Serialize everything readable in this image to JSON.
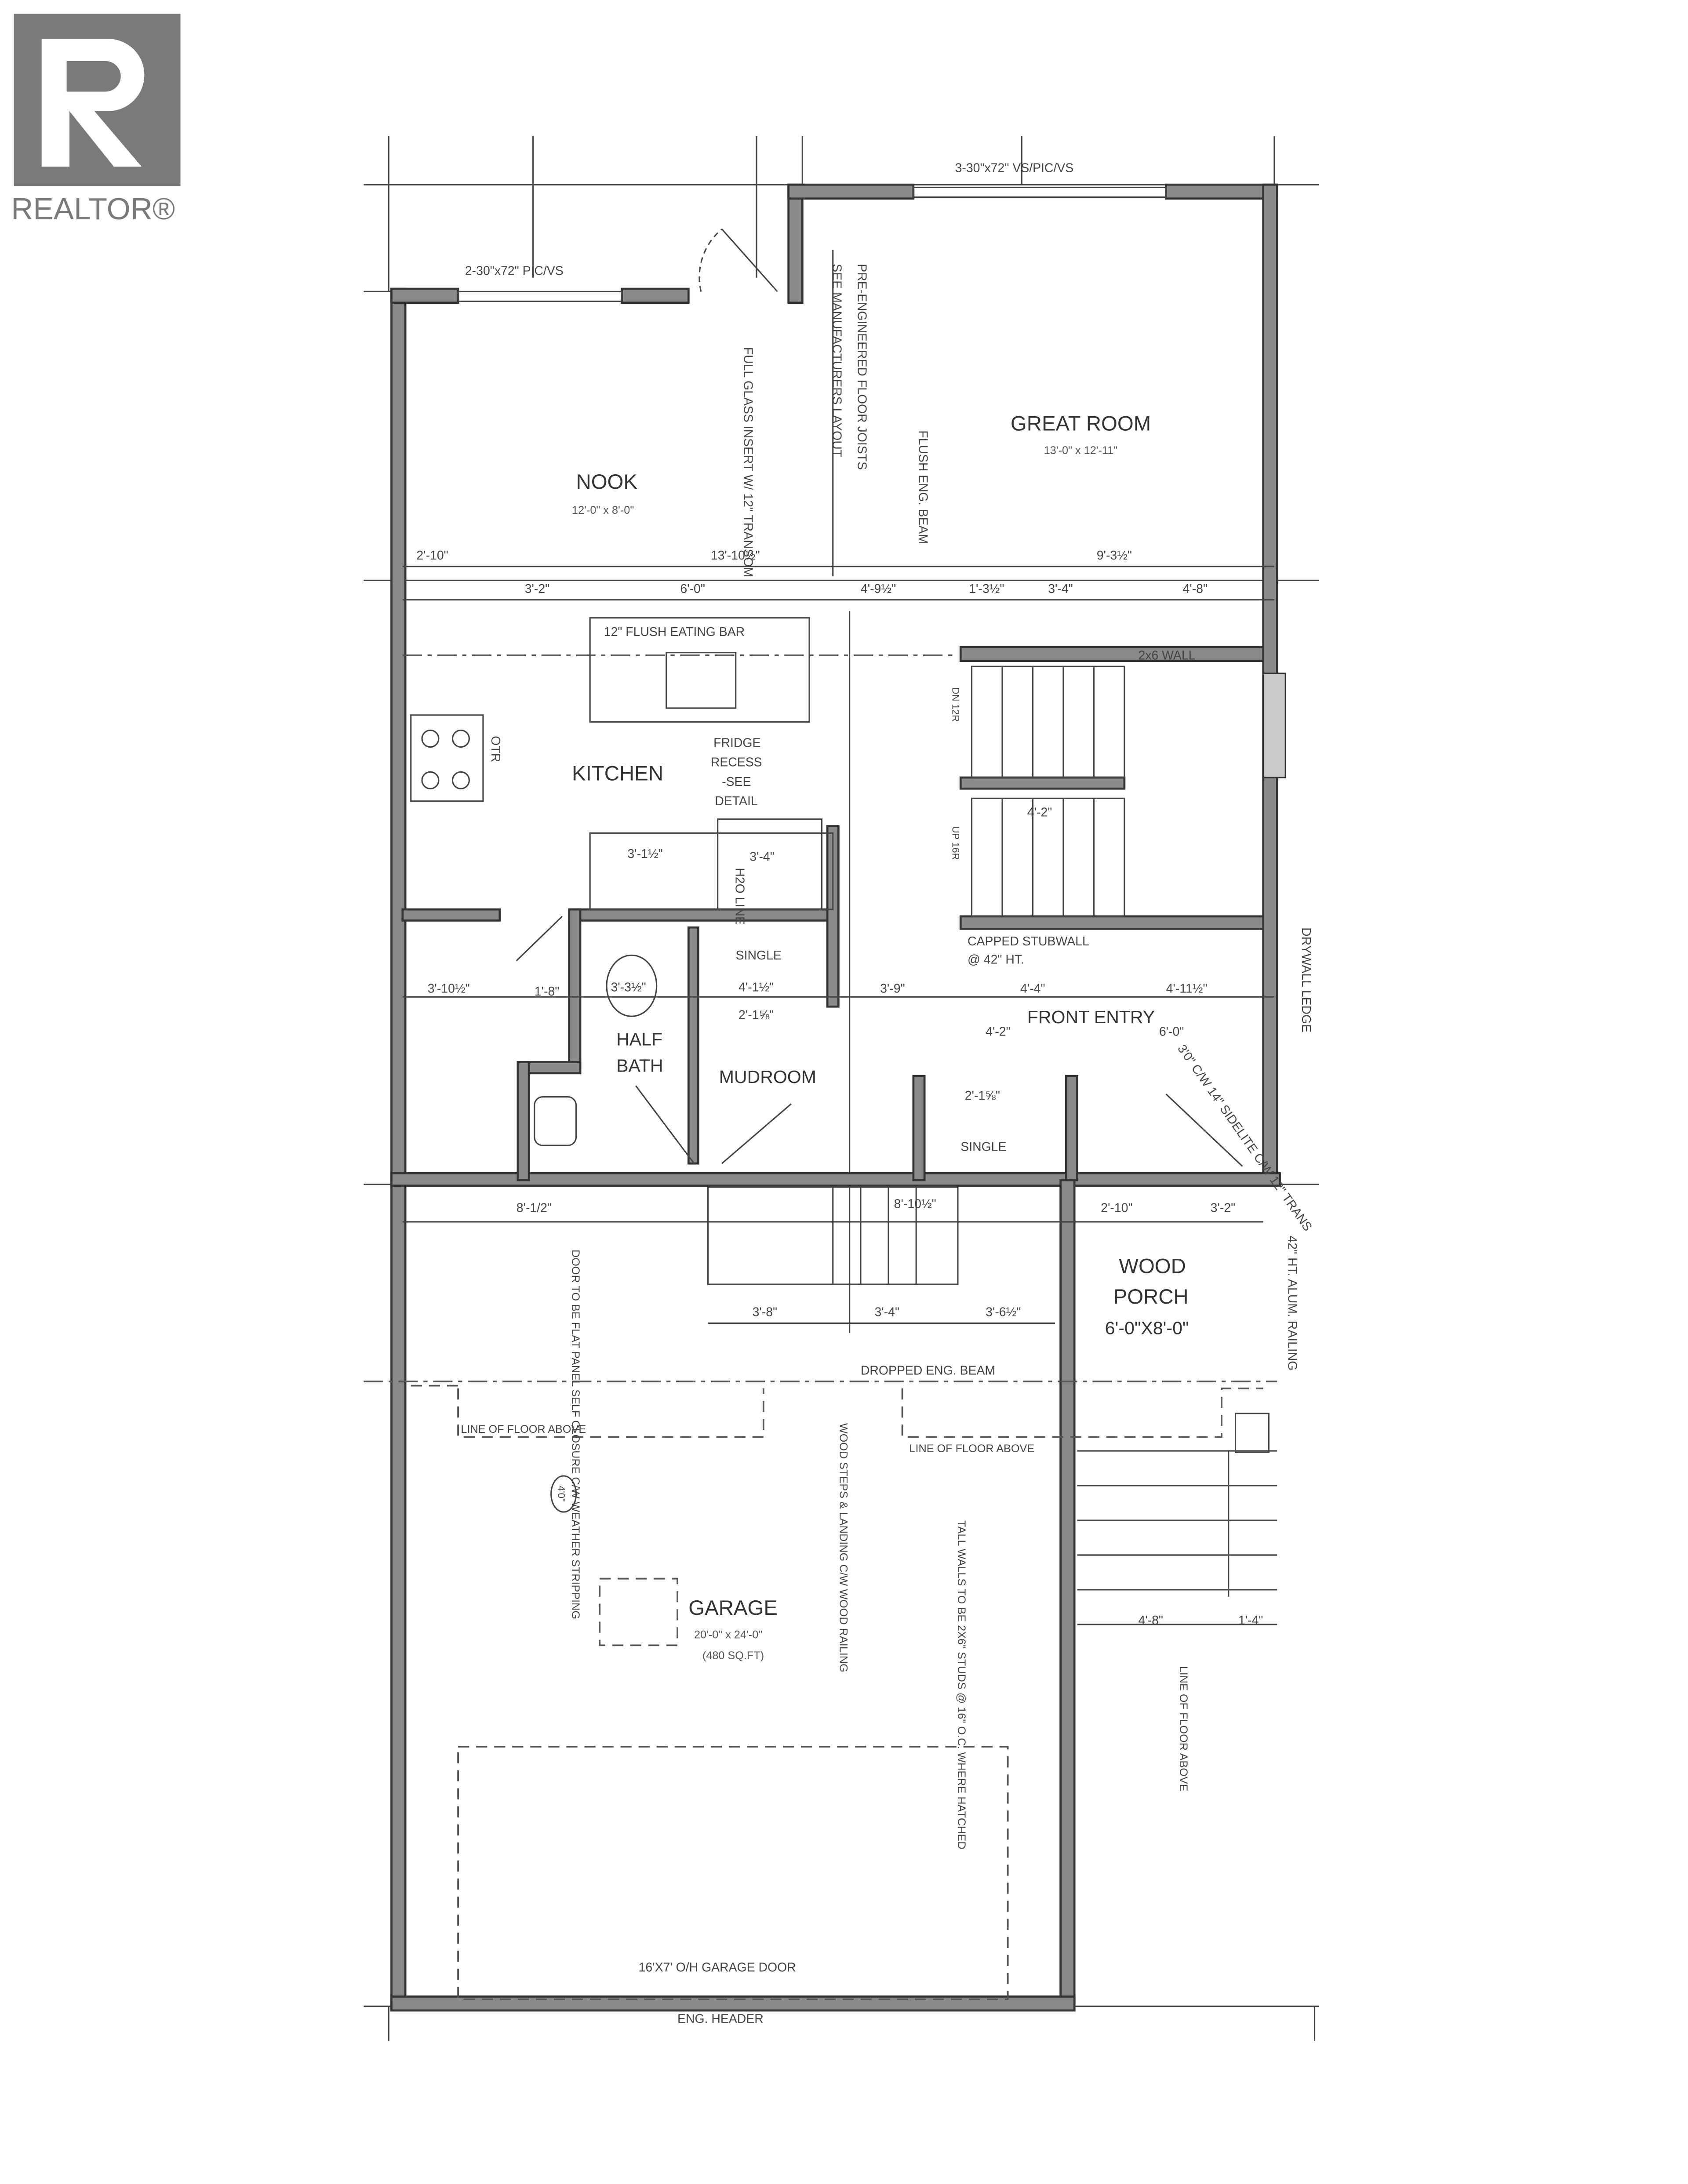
{
  "logo": {
    "text": "REALTOR®",
    "color": "#7a7a7a"
  },
  "plan": {
    "windows": {
      "nook": "2-30\"x72\" PIC/VS",
      "great_room": "3-30\"x72\" VS/PIC/VS"
    },
    "rooms": {
      "nook": {
        "name": "NOOK",
        "size": "12'-0\" x 8'-0\""
      },
      "great_room": {
        "name": "GREAT ROOM",
        "size": "13'-0\" x 12'-11\""
      },
      "kitchen": {
        "name": "KITCHEN"
      },
      "half_bath": {
        "name_line1": "HALF",
        "name_line2": "BATH"
      },
      "mudroom": {
        "name": "MUDROOM"
      },
      "front_entry": {
        "name": "FRONT ENTRY"
      },
      "wood_porch": {
        "line1": "WOOD",
        "line2": "PORCH",
        "size": "6'-0\"X8'-0\""
      },
      "garage": {
        "name": "GARAGE",
        "size": "20'-0\" x 24'-0\"",
        "area": "(480 SQ.FT)"
      }
    },
    "notes": {
      "door": "FULL GLASS INSERT W/ 12\" TRANSOM",
      "joists_1": "PRE-ENGINEERED FLOOR JOISTS",
      "joists_2": "SEE MANUFACTURERS LAYOUT",
      "beam": "FLUSH ENG. BEAM",
      "eating_bar": "12\" FLUSH EATING BAR",
      "fridge_1": "FRIDGE",
      "fridge_2": "RECESS",
      "fridge_3": "-SEE",
      "fridge_4": "DETAIL",
      "otr": "OTR",
      "h2o": "H2O LINE",
      "wall_2x6": "2x6 WALL",
      "single": "SINGLE",
      "capped_1": "CAPPED STUBWALL",
      "capped_2": "@ 42\" HT.",
      "drywall": "DRYWALL LEDGE",
      "side_door": "3'0\" C/W 14\" SIDELITE C/W 12\" TRANS",
      "garage_door_note": "DOOR TO BE FLAT PANEL SELF CLOSURE C/W WEATHER STRIPPING",
      "railing": "42\" HT. ALUM. RAILING",
      "dropped_beam": "DROPPED ENG. BEAM",
      "line_floor_1": "LINE OF FLOOR ABOVE",
      "line_floor_2": "LINE OF FLOOR ABOVE",
      "line_floor_3": "LINE OF FLOOR ABOVE",
      "steps": "WOOD STEPS & LANDING C/W WOOD RAILING",
      "tall_walls": "TALL WALLS TO BE 2X6\" STUDS @ 16\" O.C. WHERE HATCHED",
      "garage_door": "16'X7' O/H GARAGE DOOR",
      "header": "ENG. HEADER",
      "grid_tag": "4'0\"",
      "up": "UP 16R",
      "dn": "DN 12R"
    },
    "dimensions": {
      "d1": "2'-10\"",
      "d2": "13'-10½\"",
      "d3": "9'-3½\"",
      "d4": "3'-2\"",
      "d5": "6'-0\"",
      "d6": "4'-9½\"",
      "d7": "1'-3½\"",
      "d8": "3'-4\"",
      "d9": "4'-8\"",
      "d10": "3'-1½\"",
      "d11": "3'-4\"",
      "d12": "4'-2\"",
      "d13": "3'-10½\"",
      "d14": "1'-8\"",
      "d15": "3'-3½\"",
      "d16": "4'-1½\"",
      "d17": "3'-9\"",
      "d18": "4'-4\"",
      "d19": "4'-11½\"",
      "d20": "2'-1⅝\"",
      "d21": "4'-2\"",
      "d22": "6'-0\"",
      "d23": "2'-1⅝\"",
      "d24": "8'-1/2\"",
      "d25": "8'-10½\"",
      "d26": "2'-10\"",
      "d27": "3'-2\"",
      "d28": "3'-8\"",
      "d29": "3'-4\"",
      "d30": "3'-6½\"",
      "d31": "4'-8\"",
      "d32": "1'-4\""
    }
  }
}
